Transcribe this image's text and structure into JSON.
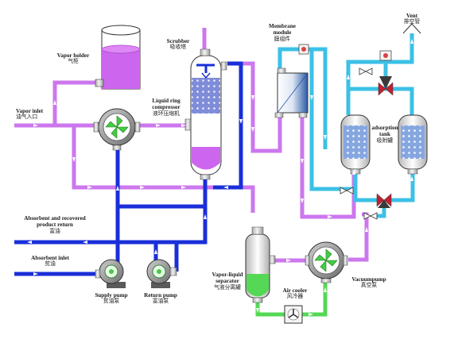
{
  "labels": {
    "vent": {
      "en": "Vent",
      "cn": "排空管"
    },
    "membrane": {
      "en1": "Membrane",
      "en2": "module",
      "cn": "膜组件"
    },
    "scrubber": {
      "en": "Scrubber",
      "cn": "吸收塔"
    },
    "vapor_holder": {
      "en": "Vapor holder",
      "cn": "气柜"
    },
    "vapor_inlet": {
      "en": "Vapor inlet",
      "cn": "油气入口"
    },
    "compressor": {
      "en1": "Liquid ring",
      "en2": "compressor",
      "cn": "液环压缩机"
    },
    "adsorption": {
      "en1": "adsorption",
      "en2": "tank",
      "cn": "吸附罐"
    },
    "absorbent_return": {
      "en1": "Absorbent and recovered",
      "en2": "product return",
      "cn": "富油"
    },
    "absorbent_inlet": {
      "en": "Absorbent inlet",
      "cn": "贫油"
    },
    "separator": {
      "en1": "Vapor-liquid",
      "en2": "separator",
      "cn": "气液分离罐"
    },
    "air_cooler": {
      "en": "Air cooler",
      "cn": "风冷器"
    },
    "vacuum_pump": {
      "en": "Vacuumpump",
      "cn": "真空泵"
    },
    "supply_pump": {
      "en": "Supply pump",
      "cn": "贫油泵"
    },
    "return_pump": {
      "en": "Return pump",
      "cn": "富油泵"
    }
  },
  "colors": {
    "vapor_line": "#cc77ee",
    "absorbent_line": "#1a2fd8",
    "vacuum_line": "#3cc0e6",
    "liquid_line": "#55d855",
    "vessel_fill": "#cc66ee",
    "pump_body": "#8a8a8a",
    "rotor": "#44cc44"
  }
}
